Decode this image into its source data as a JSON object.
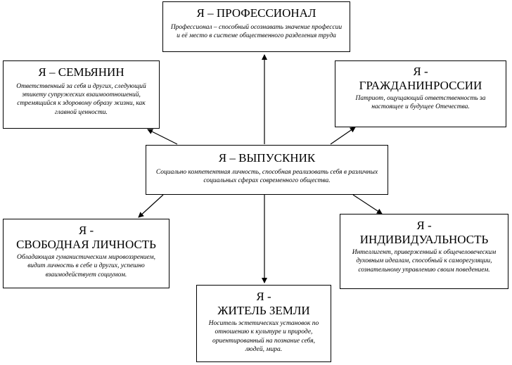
{
  "center": {
    "title": "Я – ВЫПУСКНИК",
    "desc": "Социально компетентная личность, способная реализовать себя в различных социальных сферах современного общества."
  },
  "nodes": {
    "professional": {
      "title": "Я – ПРОФЕССИОНАЛ",
      "desc": "Профессионал – способный осознавать значение профессии и её место в системе общественного разделения труда"
    },
    "family": {
      "title": "Я – СЕМЬЯНИН",
      "desc": "Ответственный за себя и других, следующий этикету супружеских взаимоотношений, стремящийся к здоровому образу жизни, как главной ценности."
    },
    "citizen": {
      "title_line1": "Я -",
      "title_line2": "ГРАЖДАНИНРОССИИ",
      "desc": "Патриот, ощущающий ответственность за настоящее и будущее Отечества."
    },
    "free": {
      "title_line1": "Я -",
      "title_line2": "СВОБОДНАЯ ЛИЧНОСТЬ",
      "desc": "Обладающая гуманистическим мировоззрением, видит личность в себе и других, успешно взаимодействует социумом."
    },
    "individual": {
      "title_line1": "Я -",
      "title_line2": "ИНДИВИДУАЛЬНОСТЬ",
      "desc": "Интеллигент, приверженный к общечеловеческим духовным идеалам, способный к саморегуляции, сознательному управлению своим поведением."
    },
    "earth": {
      "title_line1": "Я -",
      "title_line2": "ЖИТЕЛЬ ЗЕМЛИ",
      "desc": "Носитель эстетических установок по отношению к культуре и природе, ориентированный на познание себя, людей, мира."
    }
  }
}
